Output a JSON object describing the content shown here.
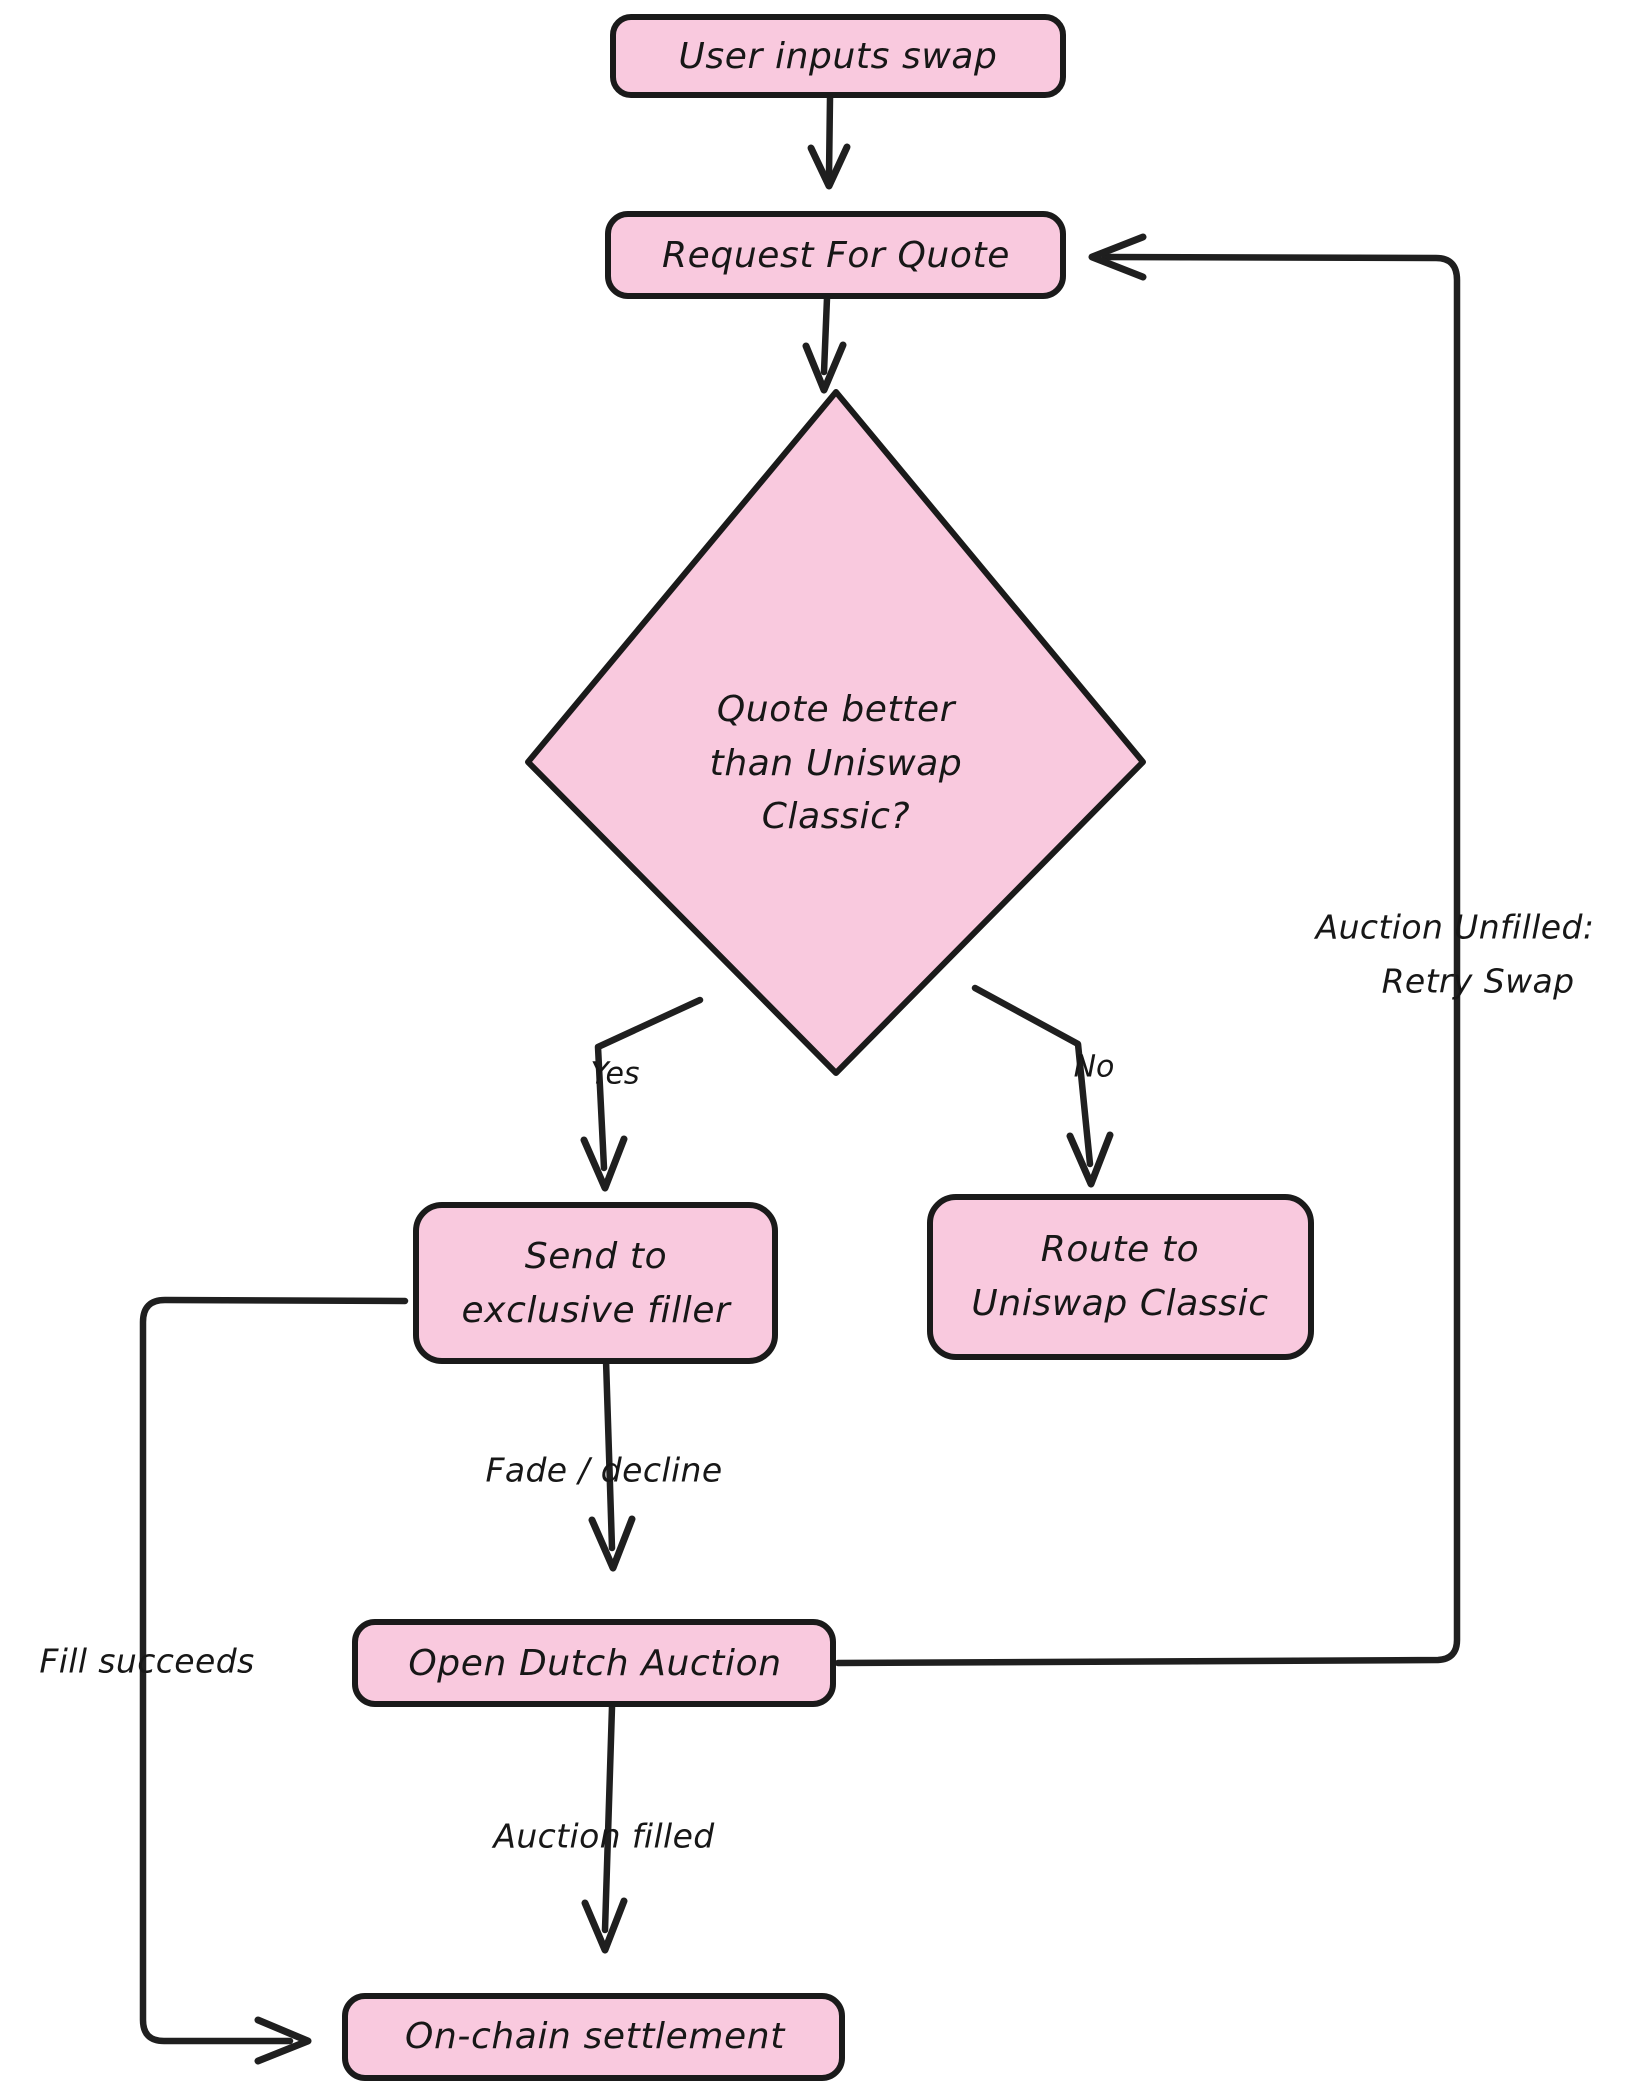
{
  "diagram": {
    "title": "UniswapX swap routing flowchart",
    "type": "flowchart",
    "direction": "top-to-bottom",
    "colors": {
      "node_fill": "#f9c9de",
      "node_stroke": "#1a1a1a",
      "edge_stroke": "#1f1f1f",
      "text": "#171717",
      "background": "#ffffff"
    },
    "nodes": [
      {
        "id": "n1",
        "shape": "rounded-rect",
        "lines": [
          "User inputs swap"
        ]
      },
      {
        "id": "n2",
        "shape": "rounded-rect",
        "lines": [
          "Request For Quote"
        ]
      },
      {
        "id": "n3",
        "shape": "diamond",
        "lines": [
          "Quote better",
          "than Uniswap",
          "Classic?"
        ]
      },
      {
        "id": "n4",
        "shape": "rounded-rect",
        "lines": [
          "Send to",
          "exclusive filler"
        ]
      },
      {
        "id": "n5",
        "shape": "rounded-rect",
        "lines": [
          "Route to",
          "Uniswap Classic"
        ]
      },
      {
        "id": "n6",
        "shape": "rounded-rect",
        "lines": [
          "Open Dutch Auction"
        ]
      },
      {
        "id": "n7",
        "shape": "rounded-rect",
        "lines": [
          "On-chain settlement"
        ]
      }
    ],
    "edges": [
      {
        "id": "e1",
        "from": "n1",
        "to": "n2",
        "label": ""
      },
      {
        "id": "e2",
        "from": "n2",
        "to": "n3",
        "label": ""
      },
      {
        "id": "e3",
        "from": "n3",
        "to": "n4",
        "label": "Yes"
      },
      {
        "id": "e4",
        "from": "n3",
        "to": "n5",
        "label": "No"
      },
      {
        "id": "e5",
        "from": "n4",
        "to": "n6",
        "label": "Fade / decline"
      },
      {
        "id": "e6",
        "from": "n6",
        "to": "n7",
        "label": "Auction filled"
      },
      {
        "id": "e7",
        "from": "n6",
        "to": "n2",
        "label_lines": [
          "Auction Unfilled:",
          "Retry Swap"
        ]
      },
      {
        "id": "e8",
        "from": "n4",
        "to": "n7",
        "label": "Fill succeeds"
      }
    ]
  },
  "labels": {
    "n1_l1": "User inputs swap",
    "n2_l1": "Request For Quote",
    "n3_l1": "Quote better",
    "n3_l2": "than Uniswap",
    "n3_l3": "Classic?",
    "n4_l1": "Send to",
    "n4_l2": "exclusive filler",
    "n5_l1": "Route to",
    "n5_l2": "Uniswap Classic",
    "n6_l1": "Open Dutch Auction",
    "n7_l1": "On-chain settlement",
    "e3": "Yes",
    "e4": "No",
    "e5": "Fade / decline",
    "e6": "Auction filled",
    "e7_l1": "Auction Unfilled:",
    "e7_l2": "Retry Swap",
    "e8": "Fill succeeds"
  }
}
